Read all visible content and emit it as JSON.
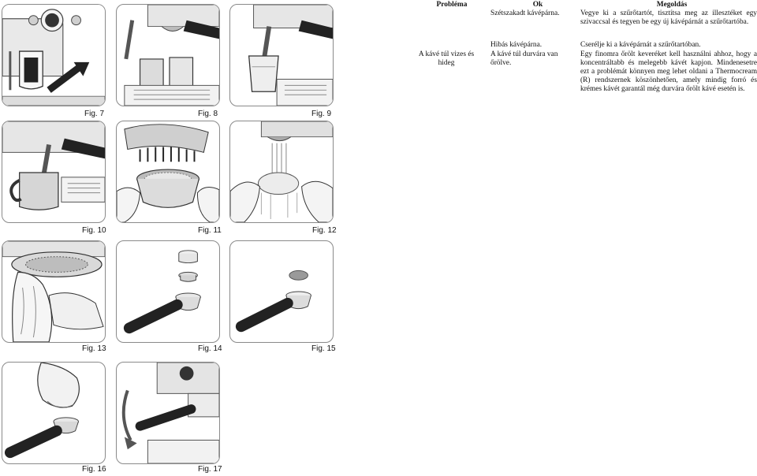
{
  "figures": [
    {
      "id": "fig7",
      "label": "Fig. 7"
    },
    {
      "id": "fig8",
      "label": "Fig. 8"
    },
    {
      "id": "fig9",
      "label": "Fig. 9"
    },
    {
      "id": "fig10",
      "label": "Fig. 10"
    },
    {
      "id": "fig11",
      "label": "Fig. 11"
    },
    {
      "id": "fig12",
      "label": "Fig. 12"
    },
    {
      "id": "fig13",
      "label": "Fig. 13"
    },
    {
      "id": "fig14",
      "label": "Fig. 14"
    },
    {
      "id": "fig15",
      "label": "Fig. 15"
    },
    {
      "id": "fig16",
      "label": "Fig. 16"
    },
    {
      "id": "fig17",
      "label": "Fig. 17"
    }
  ],
  "table": {
    "headers": {
      "problem": "Probléma",
      "cause": "Ok",
      "solution": "Megoldás"
    },
    "rows": [
      {
        "problem": "",
        "cause": "Szétszakadt kávépárna.",
        "solution": "Vegye ki a szűrőtartót, tisztítsa meg az illesztéket egy szivaccsal és tegyen be egy új kávépárnát a szűrőtartóba."
      },
      {
        "problem": "",
        "cause": "Hibás kávépárna.",
        "solution": "Cserélje ki a kávépárnát a szűrőtartóban."
      },
      {
        "problem": "A kávé túl vizes és hideg",
        "cause": "A kávé túl durvára van őrölve.",
        "solution": "Egy finomra őrölt keveréket kell használni ahhoz, hogy a koncentráltabb és melegebb kávét kapjon. Mindenesetre ezt a problémát könnyen meg lehet oldani a Thermocream (R) rendszernek köszönhetően, amely mindig forró és krémes kávét garantál még durvára őrölt kávé esetén is."
      }
    ]
  }
}
